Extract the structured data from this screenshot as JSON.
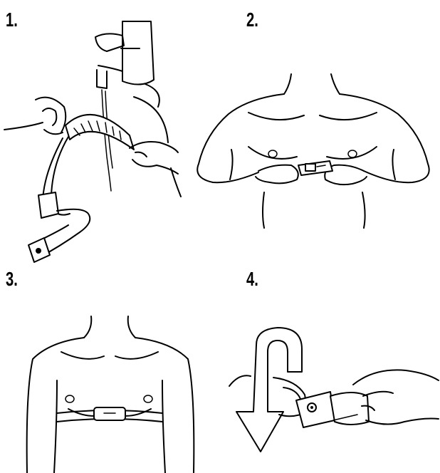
{
  "steps": [
    {
      "number": "1.",
      "illustration": "wet-strap-under-faucet"
    },
    {
      "number": "2.",
      "illustration": "attach-transmitter-to-strap"
    },
    {
      "number": "3.",
      "illustration": "strap-worn-around-chest"
    },
    {
      "number": "4.",
      "illustration": "detach-transmitter-from-strap"
    }
  ],
  "colors": {
    "ink": "#000000",
    "background": "#ffffff"
  }
}
